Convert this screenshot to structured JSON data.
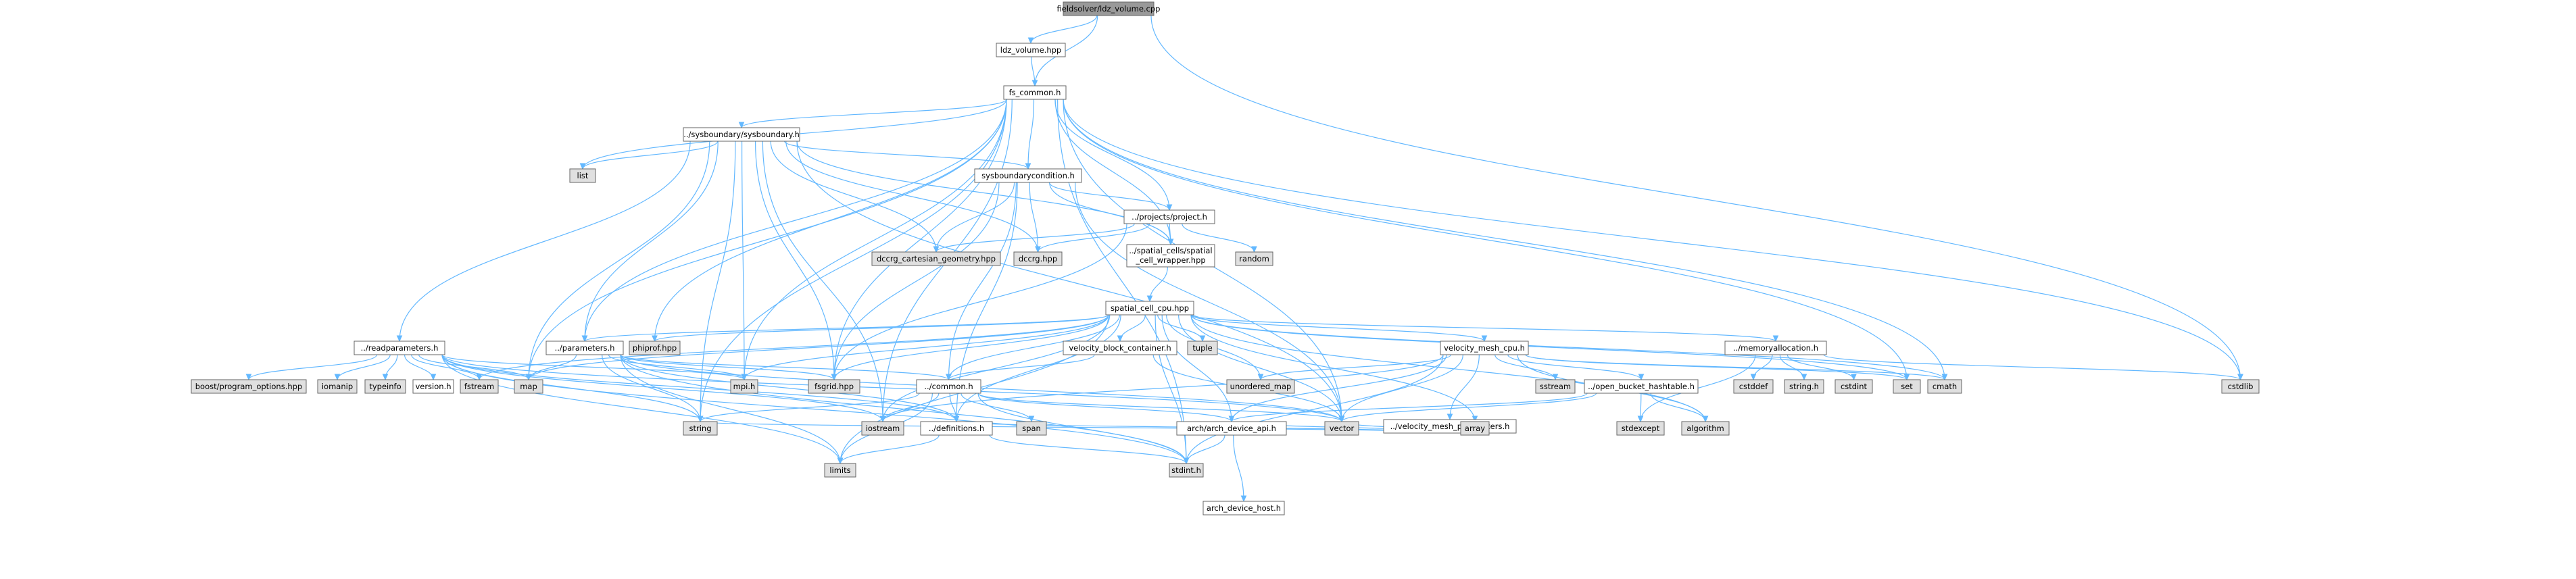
{
  "colors": {
    "edge": "#63b8ff",
    "root_fill": "#999999",
    "file_fill": "#ffffff",
    "system_fill": "#e0e0e0",
    "truncated_border": "#ff0000",
    "border": "#666666"
  },
  "nodes": [
    {
      "id": "root",
      "label": "fieldsolver/ldz_volume.cpp",
      "kind": "root"
    },
    {
      "id": "ldz_volume",
      "label": "ldz_volume.hpp",
      "kind": "file"
    },
    {
      "id": "fs_common",
      "label": "fs_common.h",
      "kind": "file"
    },
    {
      "id": "sysboundary",
      "label": "../sysboundary/sysboundary.h",
      "kind": "file"
    },
    {
      "id": "list",
      "label": "list",
      "kind": "system"
    },
    {
      "id": "sysboundarycondition",
      "label": "sysboundarycondition.h",
      "kind": "file"
    },
    {
      "id": "project",
      "label": "../projects/project.h",
      "kind": "file"
    },
    {
      "id": "dccrg_cart",
      "label": "dccrg_cartesian_geometry.hpp",
      "kind": "system"
    },
    {
      "id": "dccrg",
      "label": "dccrg.hpp",
      "kind": "system"
    },
    {
      "id": "spatial_wrapper",
      "label": "../spatial_cells/spatial\n_cell_wrapper.hpp",
      "kind": "file"
    },
    {
      "id": "random",
      "label": "random",
      "kind": "system"
    },
    {
      "id": "spatial_cell_cpu",
      "label": "spatial_cell_cpu.hpp",
      "kind": "file"
    },
    {
      "id": "readparameters",
      "label": "../readparameters.h",
      "kind": "file"
    },
    {
      "id": "parameters",
      "label": "../parameters.h",
      "kind": "file"
    },
    {
      "id": "phiprof",
      "label": "phiprof.hpp",
      "kind": "system"
    },
    {
      "id": "velocity_block_container",
      "label": "velocity_block_container.h",
      "kind": "truncated"
    },
    {
      "id": "tuple",
      "label": "tuple",
      "kind": "system"
    },
    {
      "id": "velocity_mesh_cpu",
      "label": "velocity_mesh_cpu.h",
      "kind": "file"
    },
    {
      "id": "memoryallocation",
      "label": "../memoryallocation.h",
      "kind": "file"
    },
    {
      "id": "boost_po",
      "label": "boost/program_options.hpp",
      "kind": "system"
    },
    {
      "id": "iomanip",
      "label": "iomanip",
      "kind": "system"
    },
    {
      "id": "typeinfo",
      "label": "typeinfo",
      "kind": "system"
    },
    {
      "id": "version",
      "label": "version.h",
      "kind": "file"
    },
    {
      "id": "fstream",
      "label": "fstream",
      "kind": "system"
    },
    {
      "id": "map",
      "label": "map",
      "kind": "system"
    },
    {
      "id": "mpi",
      "label": "mpi.h",
      "kind": "system"
    },
    {
      "id": "fsgrid",
      "label": "fsgrid.hpp",
      "kind": "system"
    },
    {
      "id": "common",
      "label": "../common.h",
      "kind": "file"
    },
    {
      "id": "unordered_map",
      "label": "unordered_map",
      "kind": "system"
    },
    {
      "id": "sstream",
      "label": "sstream",
      "kind": "system"
    },
    {
      "id": "open_bucket",
      "label": "../open_bucket_hashtable.h",
      "kind": "truncated"
    },
    {
      "id": "cstddef",
      "label": "cstddef",
      "kind": "system"
    },
    {
      "id": "string_h",
      "label": "string.h",
      "kind": "system"
    },
    {
      "id": "cstdint",
      "label": "cstdint",
      "kind": "system"
    },
    {
      "id": "set",
      "label": "set",
      "kind": "system"
    },
    {
      "id": "cmath",
      "label": "cmath",
      "kind": "system"
    },
    {
      "id": "cstdlib",
      "label": "cstdlib",
      "kind": "system"
    },
    {
      "id": "velocity_mesh_parameters",
      "label": "../velocity_mesh_parameters.h",
      "kind": "file"
    },
    {
      "id": "string",
      "label": "string",
      "kind": "system"
    },
    {
      "id": "iostream",
      "label": "iostream",
      "kind": "system"
    },
    {
      "id": "definitions",
      "label": "../definitions.h",
      "kind": "file"
    },
    {
      "id": "span",
      "label": "span",
      "kind": "system"
    },
    {
      "id": "arch_device_api",
      "label": "arch/arch_device_api.h",
      "kind": "file"
    },
    {
      "id": "vector",
      "label": "vector",
      "kind": "system"
    },
    {
      "id": "array",
      "label": "array",
      "kind": "system"
    },
    {
      "id": "stdexcept",
      "label": "stdexcept",
      "kind": "system"
    },
    {
      "id": "algorithm",
      "label": "algorithm",
      "kind": "system"
    },
    {
      "id": "limits",
      "label": "limits",
      "kind": "system"
    },
    {
      "id": "stdint",
      "label": "stdint.h",
      "kind": "system"
    },
    {
      "id": "arch_device_host",
      "label": "arch_device_host.h",
      "kind": "file"
    }
  ],
  "edges": [
    [
      "root",
      "ldz_volume"
    ],
    [
      "root",
      "fs_common"
    ],
    [
      "root",
      "cstdlib"
    ],
    [
      "ldz_volume",
      "fs_common"
    ],
    [
      "fs_common",
      "sysboundary"
    ],
    [
      "fs_common",
      "list"
    ],
    [
      "fs_common",
      "sysboundarycondition"
    ],
    [
      "fs_common",
      "project"
    ],
    [
      "fs_common",
      "spatial_wrapper"
    ],
    [
      "fs_common",
      "parameters"
    ],
    [
      "fs_common",
      "phiprof"
    ],
    [
      "fs_common",
      "fsgrid"
    ],
    [
      "fs_common",
      "map"
    ],
    [
      "fs_common",
      "iostream"
    ],
    [
      "fs_common",
      "string"
    ],
    [
      "fs_common",
      "set"
    ],
    [
      "fs_common",
      "cmath"
    ],
    [
      "fs_common",
      "cstdlib"
    ],
    [
      "fs_common",
      "vector"
    ],
    [
      "fs_common",
      "stdint"
    ],
    [
      "fs_common",
      "mpi"
    ],
    [
      "sysboundary",
      "list"
    ],
    [
      "sysboundary",
      "sysboundarycondition"
    ],
    [
      "sysboundary",
      "readparameters"
    ],
    [
      "sysboundary",
      "parameters"
    ],
    [
      "sysboundary",
      "dccrg_cart"
    ],
    [
      "sysboundary",
      "dccrg"
    ],
    [
      "sysboundary",
      "spatial_wrapper"
    ],
    [
      "sysboundary",
      "mpi"
    ],
    [
      "sysboundary",
      "map"
    ],
    [
      "sysboundary",
      "string"
    ],
    [
      "sysboundary",
      "vector"
    ],
    [
      "sysboundary",
      "fsgrid"
    ],
    [
      "sysboundary",
      "iostream"
    ],
    [
      "sysboundarycondition",
      "project"
    ],
    [
      "sysboundarycondition",
      "dccrg_cart"
    ],
    [
      "sysboundarycondition",
      "dccrg"
    ],
    [
      "sysboundarycondition",
      "spatial_wrapper"
    ],
    [
      "sysboundarycondition",
      "common"
    ],
    [
      "sysboundarycondition",
      "definitions"
    ],
    [
      "sysboundarycondition",
      "fsgrid"
    ],
    [
      "sysboundarycondition",
      "vector"
    ],
    [
      "project",
      "dccrg_cart"
    ],
    [
      "project",
      "dccrg"
    ],
    [
      "project",
      "spatial_wrapper"
    ],
    [
      "project",
      "random"
    ],
    [
      "project",
      "fsgrid"
    ],
    [
      "spatial_wrapper",
      "spatial_cell_cpu"
    ],
    [
      "spatial_cell_cpu",
      "parameters"
    ],
    [
      "spatial_cell_cpu",
      "phiprof"
    ],
    [
      "spatial_cell_cpu",
      "velocity_block_container"
    ],
    [
      "spatial_cell_cpu",
      "tuple"
    ],
    [
      "spatial_cell_cpu",
      "velocity_mesh_cpu"
    ],
    [
      "spatial_cell_cpu",
      "memoryallocation"
    ],
    [
      "spatial_cell_cpu",
      "common"
    ],
    [
      "spatial_cell_cpu",
      "definitions"
    ],
    [
      "spatial_cell_cpu",
      "mpi"
    ],
    [
      "spatial_cell_cpu",
      "fsgrid"
    ],
    [
      "spatial_cell_cpu",
      "map"
    ],
    [
      "spatial_cell_cpu",
      "unordered_map"
    ],
    [
      "spatial_cell_cpu",
      "set"
    ],
    [
      "spatial_cell_cpu",
      "cmath"
    ],
    [
      "spatial_cell_cpu",
      "vector"
    ],
    [
      "spatial_cell_cpu",
      "array"
    ],
    [
      "spatial_cell_cpu",
      "iostream"
    ],
    [
      "spatial_cell_cpu",
      "algorithm"
    ],
    [
      "spatial_cell_cpu",
      "limits"
    ],
    [
      "spatial_cell_cpu",
      "stdint"
    ],
    [
      "spatial_cell_cpu",
      "fstream"
    ],
    [
      "spatial_cell_cpu",
      "arch_device_api"
    ],
    [
      "readparameters",
      "boost_po"
    ],
    [
      "readparameters",
      "iomanip"
    ],
    [
      "readparameters",
      "typeinfo"
    ],
    [
      "readparameters",
      "version"
    ],
    [
      "readparameters",
      "fstream"
    ],
    [
      "readparameters",
      "map"
    ],
    [
      "readparameters",
      "mpi"
    ],
    [
      "readparameters",
      "string"
    ],
    [
      "readparameters",
      "vector"
    ],
    [
      "readparameters",
      "limits"
    ],
    [
      "readparameters",
      "iostream"
    ],
    [
      "readparameters",
      "stdint"
    ],
    [
      "readparameters",
      "definitions"
    ],
    [
      "parameters",
      "map"
    ],
    [
      "parameters",
      "mpi"
    ],
    [
      "parameters",
      "string"
    ],
    [
      "parameters",
      "limits"
    ],
    [
      "parameters",
      "vector"
    ],
    [
      "parameters",
      "stdint"
    ],
    [
      "parameters",
      "definitions"
    ],
    [
      "parameters",
      "fsgrid"
    ],
    [
      "parameters",
      "common"
    ],
    [
      "velocity_block_container",
      "common"
    ],
    [
      "velocity_block_container",
      "vector"
    ],
    [
      "velocity_mesh_cpu",
      "unordered_map"
    ],
    [
      "velocity_mesh_cpu",
      "sstream"
    ],
    [
      "velocity_mesh_cpu",
      "open_bucket"
    ],
    [
      "velocity_mesh_cpu",
      "velocity_mesh_parameters"
    ],
    [
      "velocity_mesh_cpu",
      "set"
    ],
    [
      "velocity_mesh_cpu",
      "cmath"
    ],
    [
      "velocity_mesh_cpu",
      "algorithm"
    ],
    [
      "velocity_mesh_cpu",
      "vector"
    ],
    [
      "velocity_mesh_cpu",
      "iostream"
    ],
    [
      "velocity_mesh_cpu",
      "stdint"
    ],
    [
      "velocity_mesh_cpu",
      "arch_device_api"
    ],
    [
      "memoryallocation",
      "cstddef"
    ],
    [
      "memoryallocation",
      "string_h"
    ],
    [
      "memoryallocation",
      "cstdint"
    ],
    [
      "memoryallocation",
      "stdexcept"
    ],
    [
      "memoryallocation",
      "cstdlib"
    ],
    [
      "open_bucket",
      "stdexcept"
    ],
    [
      "open_bucket",
      "algorithm"
    ],
    [
      "open_bucket",
      "vector"
    ],
    [
      "open_bucket",
      "arch_device_api"
    ],
    [
      "velocity_mesh_parameters",
      "array"
    ],
    [
      "velocity_mesh_parameters",
      "vector"
    ],
    [
      "velocity_mesh_parameters",
      "definitions"
    ],
    [
      "velocity_mesh_parameters",
      "arch_device_api"
    ],
    [
      "velocity_mesh_parameters",
      "string"
    ],
    [
      "common",
      "definitions"
    ],
    [
      "common",
      "span"
    ],
    [
      "common",
      "arch_device_api"
    ],
    [
      "common",
      "limits"
    ],
    [
      "common",
      "stdint"
    ],
    [
      "common",
      "string"
    ],
    [
      "common",
      "vector"
    ],
    [
      "common",
      "iostream"
    ],
    [
      "definitions",
      "limits"
    ],
    [
      "definitions",
      "stdint"
    ],
    [
      "arch_device_api",
      "stdint"
    ],
    [
      "arch_device_api",
      "arch_device_host"
    ]
  ]
}
